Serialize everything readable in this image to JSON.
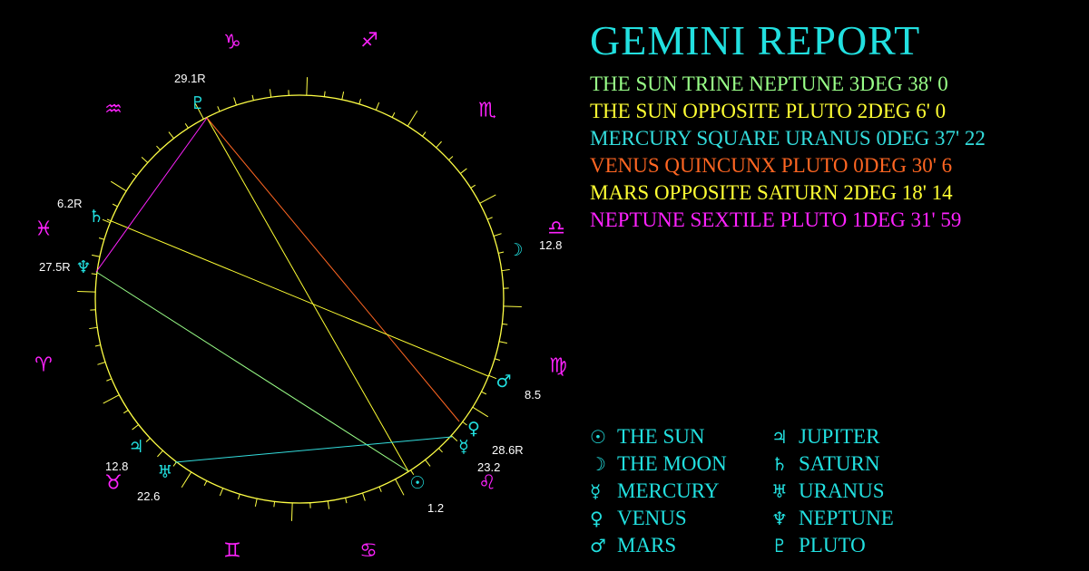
{
  "title": "GEMINI REPORT",
  "colors": {
    "background": "#000000",
    "wheel": "#ffff44",
    "sign": "#ff22ff",
    "planet": "#22e0e0",
    "label": "#ffffff"
  },
  "aspects": [
    {
      "text": "THE SUN TRINE NEPTUNE 3DEG 38' 0",
      "color": "#99ff88"
    },
    {
      "text": "THE SUN OPPOSITE PLUTO 2DEG 6' 0",
      "color": "#ffff33"
    },
    {
      "text": "MERCURY SQUARE URANUS 0DEG 37' 22",
      "color": "#33dddd"
    },
    {
      "text": "VENUS QUINCUNX PLUTO 0DEG 30' 6",
      "color": "#ff6622"
    },
    {
      "text": "MARS OPPOSITE SATURN 2DEG 18' 14",
      "color": "#ffff33"
    },
    {
      "text": "NEPTUNE SEXTILE PLUTO 1DEG 31' 59",
      "color": "#ff22ff"
    }
  ],
  "legend": [
    {
      "glyph": "☉",
      "label": "THE SUN",
      "icon": "sun-icon"
    },
    {
      "glyph": "☽",
      "label": "THE MOON",
      "icon": "moon-icon"
    },
    {
      "glyph": "☿",
      "label": "MERCURY",
      "icon": "mercury-icon"
    },
    {
      "glyph": "♀",
      "label": "VENUS",
      "icon": "venus-icon"
    },
    {
      "glyph": "♂",
      "label": "MARS",
      "icon": "mars-icon"
    },
    {
      "glyph": "♃",
      "label": "JUPITER",
      "icon": "jupiter-icon"
    },
    {
      "glyph": "♄",
      "label": "SATURN",
      "icon": "saturn-icon"
    },
    {
      "glyph": "♅",
      "label": "URANUS",
      "icon": "uranus-icon"
    },
    {
      "glyph": "♆",
      "label": "NEPTUNE",
      "icon": "neptune-icon"
    },
    {
      "glyph": "♇",
      "label": "PLUTO",
      "icon": "pluto-icon"
    }
  ],
  "signs": [
    {
      "glyph": "♑",
      "icon": "capricorn-icon"
    },
    {
      "glyph": "♐",
      "icon": "sagittarius-icon"
    },
    {
      "glyph": "♏",
      "icon": "scorpio-icon"
    },
    {
      "glyph": "♎",
      "icon": "libra-icon"
    },
    {
      "glyph": "♍",
      "icon": "virgo-icon"
    },
    {
      "glyph": "♌",
      "icon": "leo-icon"
    },
    {
      "glyph": "♋",
      "icon": "cancer-icon"
    },
    {
      "glyph": "♊",
      "icon": "gemini-icon"
    },
    {
      "glyph": "♉",
      "icon": "taurus-icon"
    },
    {
      "glyph": "♈",
      "icon": "aries-icon"
    },
    {
      "glyph": "♓",
      "icon": "pisces-icon"
    },
    {
      "glyph": "♒",
      "icon": "aquarius-icon"
    }
  ],
  "planets": [
    {
      "glyph": "♇",
      "label": "29.1R",
      "icon": "pluto-icon"
    },
    {
      "glyph": "♄",
      "label": "6.2R",
      "icon": "saturn-icon"
    },
    {
      "glyph": "♆",
      "label": "27.5R",
      "icon": "neptune-icon"
    },
    {
      "glyph": "☽",
      "label": "12.8",
      "icon": "moon-icon"
    },
    {
      "glyph": "♂",
      "label": "8.5",
      "icon": "mars-icon"
    },
    {
      "glyph": "♀",
      "label": "28.6R",
      "icon": "venus-icon"
    },
    {
      "glyph": "☿",
      "label": "23.2",
      "icon": "mercury-icon"
    },
    {
      "glyph": "☉",
      "label": "1.2",
      "icon": "sun-icon"
    },
    {
      "glyph": "♅",
      "label": "22.6",
      "icon": "uranus-icon"
    },
    {
      "glyph": "♃",
      "label": "12.8",
      "icon": "jupiter-icon"
    }
  ]
}
